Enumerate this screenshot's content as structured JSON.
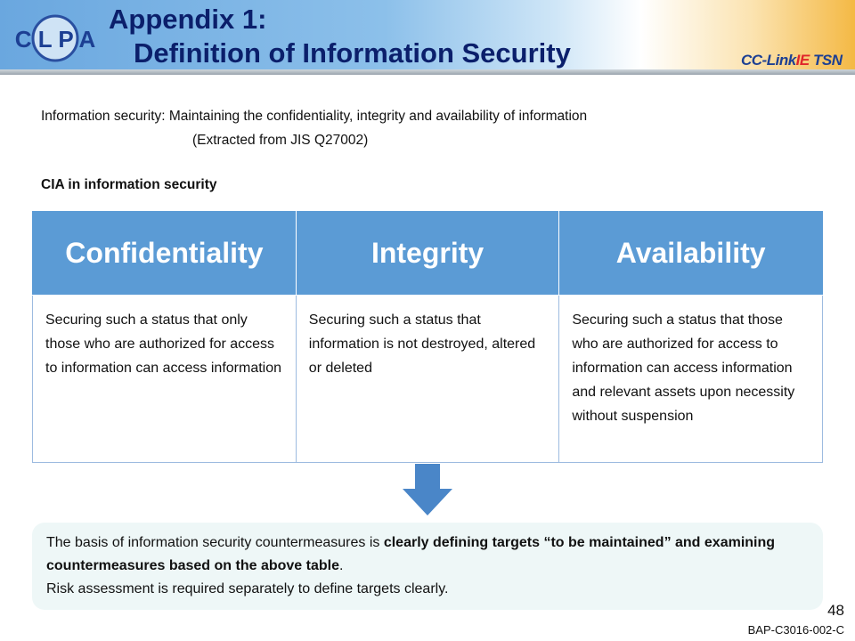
{
  "header": {
    "title_line1": "Appendix 1:",
    "title_line2": "Definition of Information Security",
    "logo_text": "CLPA",
    "brand_part1": "CC-Link",
    "brand_part2": "IE",
    "brand_part3": "TSN"
  },
  "intro": {
    "definition": "Information security: Maintaining the confidentiality, integrity and availability of information",
    "source": "(Extracted from JIS Q27002)",
    "section_label": "CIA in information security"
  },
  "table": {
    "header_color": "#5b9bd5",
    "columns": [
      {
        "header": "Confidentiality",
        "text": "Securing such a status that only those who are authorized for access to information can access information"
      },
      {
        "header": "Integrity",
        "text": "Securing such a status that information is not destroyed, altered or deleted"
      },
      {
        "header": "Availability",
        "text": "Securing such a status that those who are authorized for access to information can access information and relevant assets upon necessity without suspension"
      }
    ]
  },
  "summary": {
    "part1": "The basis of information security countermeasures is ",
    "bold": "clearly defining targets “to be maintained” and examining countermeasures based on the above table",
    "part2": ".",
    "line2": "Risk assessment is required separately to define targets clearly."
  },
  "footer": {
    "page": "48",
    "doc_code": "BAP-C3016-002-C"
  }
}
